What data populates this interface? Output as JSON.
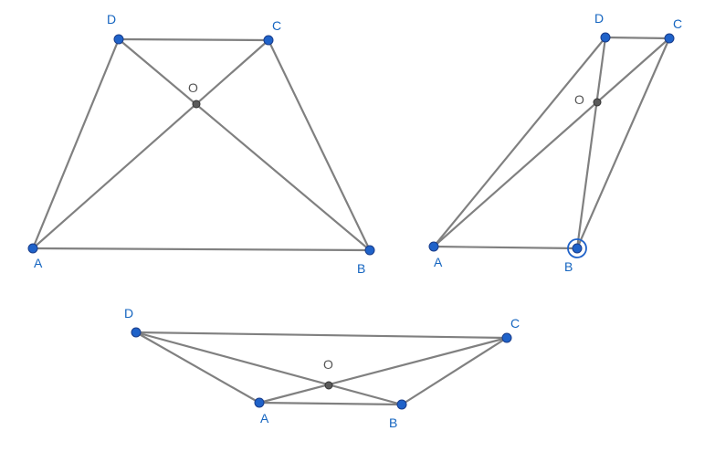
{
  "colors": {
    "edge": "#808080",
    "vertex_fill": "#1f62c9",
    "vertex_label": "#1565c0",
    "center_fill": "#5a5a5a",
    "center_label": "#555555",
    "selection_ring": "#1f62c9"
  },
  "figures": [
    {
      "points": [
        {
          "label": "A"
        },
        {
          "label": "B"
        },
        {
          "label": "C"
        },
        {
          "label": "D"
        }
      ],
      "center": {
        "label": "O"
      }
    },
    {
      "points": [
        {
          "label": "A"
        },
        {
          "label": "B",
          "selected": true
        },
        {
          "label": "C"
        },
        {
          "label": "D"
        }
      ],
      "center": {
        "label": "O"
      }
    },
    {
      "points": [
        {
          "label": "A"
        },
        {
          "label": "B"
        },
        {
          "label": "C"
        },
        {
          "label": "D"
        }
      ],
      "center": {
        "label": "O"
      }
    }
  ]
}
